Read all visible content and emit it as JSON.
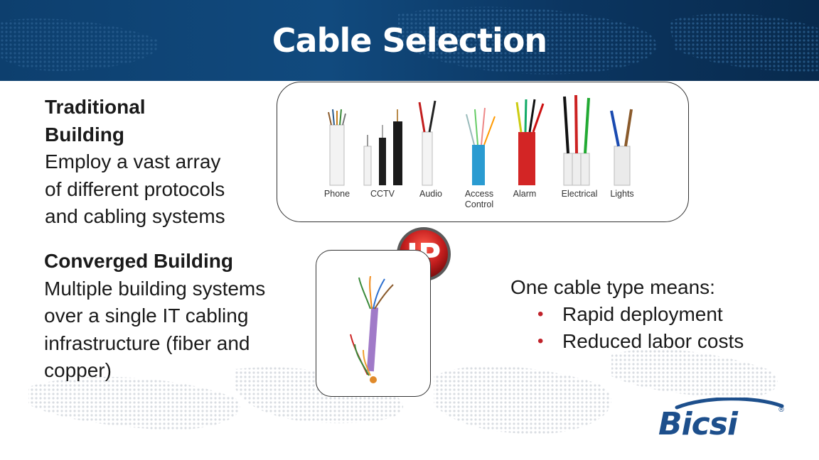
{
  "slide": {
    "title": "Cable Selection"
  },
  "traditional": {
    "heading_line1": "Traditional",
    "heading_line2": "Building",
    "body_lines": [
      "Employ a vast array",
      "of different protocols",
      "and cabling systems"
    ]
  },
  "converged": {
    "heading": "Converged Building",
    "body_lines": [
      "Multiple building systems",
      "over a single IT cabling",
      "infrastructure (fiber and",
      "copper)"
    ]
  },
  "cable_types": {
    "labels": [
      "Phone",
      "CCTV",
      "Audio",
      "Access Control",
      "Alarm",
      "Electrical",
      "Lights"
    ],
    "access_line1": "Access",
    "access_line2": "Control"
  },
  "ip_badge": {
    "text": "IP",
    "color": "#c41e1e"
  },
  "benefits": {
    "heading": "One cable type means:",
    "items": [
      "Rapid deployment",
      "Reduced labor costs"
    ],
    "bullet": "•",
    "bullet_color": "#c0222a"
  },
  "logo": {
    "text": "Bicsi",
    "mark": "®",
    "color": "#1d4f8c"
  },
  "colors": {
    "header": "#0d3f6e",
    "text": "#1a1a1a"
  }
}
